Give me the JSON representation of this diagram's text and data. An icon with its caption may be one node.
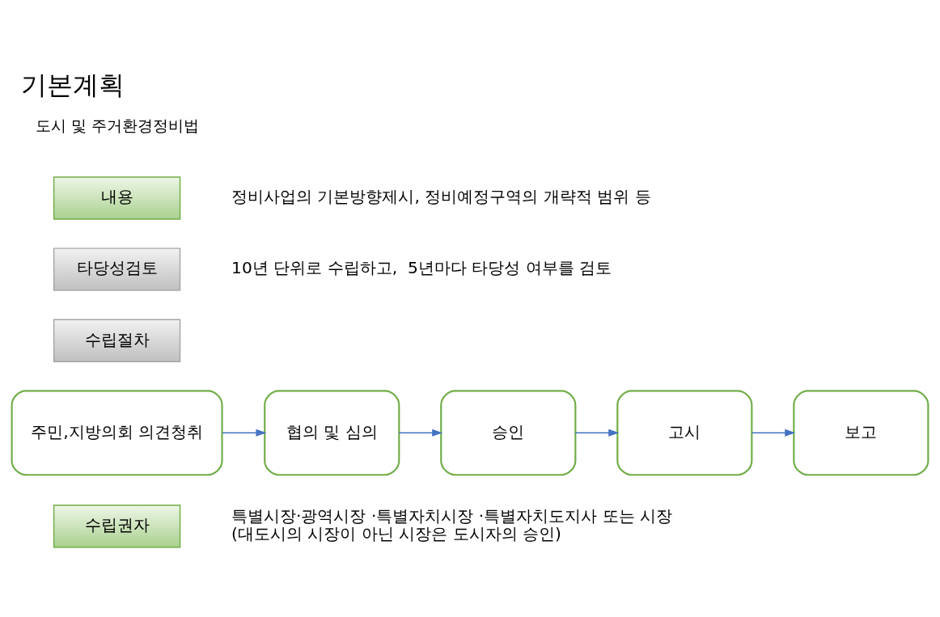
{
  "diagram": {
    "title": "기본계획",
    "nodes": [
      {
        "text": [
          "내용"
        ],
        "beside": [
          "정비사업의 기본방향제시, 정비예정구역의 개략적 범위 등"
        ]
      },
      {
        "text": [
          "타당성검토"
        ],
        "beside": [
          "10년 단위로 수립하고,  5년마다 타당성 여부를 검토"
        ]
      },
      {
        "text": [
          "수립절차"
        ]
      },
      {
        "text": [
          "주민,지방의회 의견청취"
        ]
      },
      {
        "text": [
          "협의 및 심의"
        ]
      },
      {
        "text": [
          "승인"
        ]
      },
      {
        "text": [
          "고시"
        ]
      },
      {
        "text": [
          "보고"
        ]
      },
      {
        "text": [
          "수립권자"
        ],
        "beside": [
          "특별시장·광역시장 ·특별자치시장 ·특별자치도지사 또는 시장",
          "(대도시의 시장이 아닌 시장은 도시자의 승인)"
        ]
      }
    ],
    "edges": [
      {
        "from": 3,
        "to": 4,
        "arrow": "to"
      },
      {
        "from": 4,
        "to": 5,
        "arrow": "to"
      },
      {
        "from": 5,
        "to": 6,
        "arrow": "to"
      },
      {
        "from": 6,
        "to": 7,
        "arrow": "to"
      }
    ],
    "labels": [
      "도시 및 주거환경정비법"
    ]
  }
}
